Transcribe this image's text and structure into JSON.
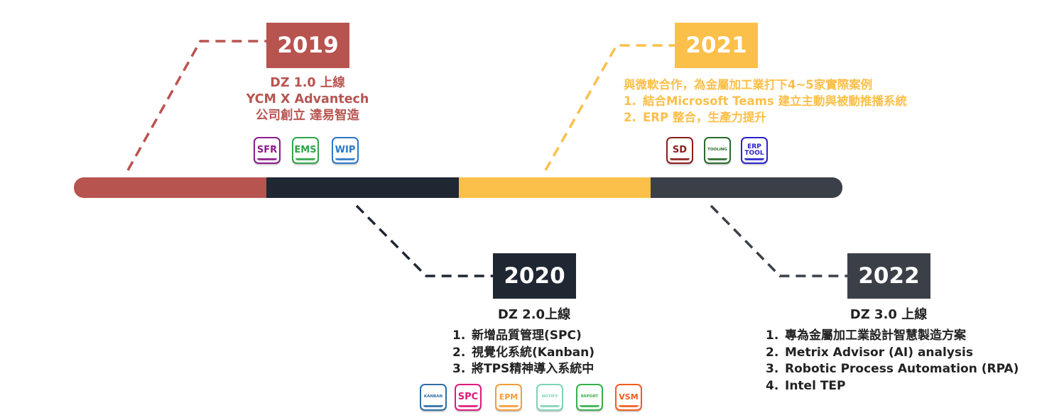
{
  "colors": {
    "y2019": "#b85450",
    "y2020": "#1f2733",
    "y2021": "#fbc04a",
    "y2022": "#3b4048",
    "body_text": "#222222"
  },
  "milestones": {
    "y2019": {
      "year": "2019",
      "lines": [
        "DZ 1.0 上線",
        "YCM X Advantech",
        "公司創立 達易智造"
      ],
      "icons": [
        {
          "label": "SFR",
          "color": "#8b1a8b"
        },
        {
          "label": "EMS",
          "color": "#2fa44a"
        },
        {
          "label": "WIP",
          "color": "#2a78c5"
        }
      ]
    },
    "y2021": {
      "year": "2021",
      "intro": "與微軟合作，為金屬加工業打下4~5家實際案例",
      "items": [
        "結合Microsoft Teams 建立主動與被動推播系統",
        "ERP 整合，生產力提升"
      ],
      "icons": [
        {
          "label": "SD",
          "color": "#8b1e1e"
        },
        {
          "label": "TOOLING",
          "color": "#2a6a2a"
        },
        {
          "label": "ERP TOOL",
          "color": "#2a22c8"
        }
      ]
    },
    "y2020": {
      "year": "2020",
      "title": "DZ 2.0上線",
      "items": [
        "新增品質管理(SPC)",
        "視覺化系統(Kanban)",
        "將TPS精神導入系統中"
      ],
      "icons": [
        {
          "label": "KANBAN",
          "color": "#2e6da4"
        },
        {
          "label": "SPC",
          "color": "#e0197a"
        },
        {
          "label": "EPM",
          "color": "#f39c3a"
        },
        {
          "label": "NOTIFY",
          "color": "#7fd3b5"
        },
        {
          "label": "REPORT",
          "color": "#35b04a"
        },
        {
          "label": "VSM",
          "color": "#f25c1e"
        }
      ]
    },
    "y2022": {
      "year": "2022",
      "title": "DZ 3.0 上線",
      "items": [
        "專為金屬加工業設計智慧製造方案",
        "Metrix Advisor (AI) analysis",
        "Robotic Process Automation (RPA)",
        "Intel TEP"
      ]
    }
  }
}
